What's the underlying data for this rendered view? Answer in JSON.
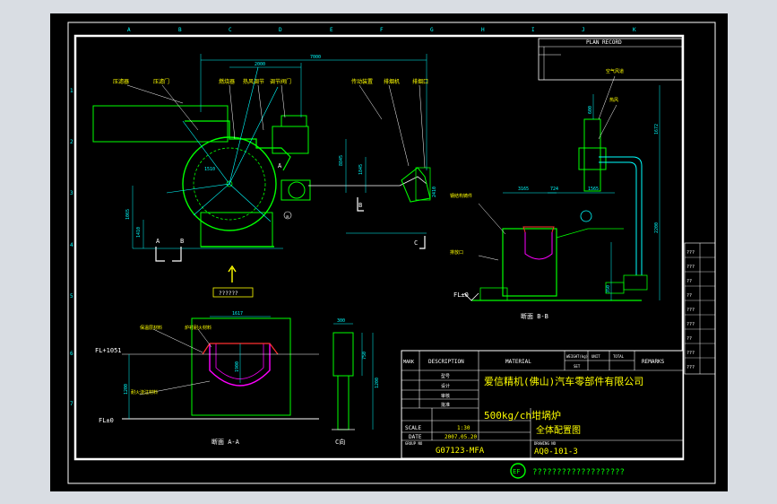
{
  "colors": {
    "background": "#000000",
    "frame": "#ffffff",
    "part": "#00ff00",
    "dimension": "#00ffff",
    "annotation": "#ffff00",
    "section": "#ff00ff",
    "hatch": "#ff3030",
    "steel": "#c0c0c0"
  },
  "grid": {
    "columns": [
      "A",
      "B",
      "C",
      "D",
      "E",
      "F",
      "G",
      "H",
      "I",
      "J",
      "K"
    ],
    "rows": [
      "1",
      "2",
      "3",
      "4",
      "5",
      "6",
      "7"
    ]
  },
  "plan_record": "PLAN RECORD",
  "front_view": {
    "labels": [
      "压滤器",
      "压滤门",
      "燃烧器",
      "热风调节",
      "调节阀门",
      "传动装置",
      "排烟机",
      "排烟口"
    ],
    "dims": [
      "7000",
      "2000",
      "1510",
      "8845",
      "1845",
      "1065",
      "1410",
      "2410"
    ],
    "markers": {
      "a": "A",
      "b": "B",
      "c": "C",
      "circle": "a"
    },
    "view_marker": "??????"
  },
  "section_bb": {
    "title": "断面 B-B",
    "labels": [
      "钢结构铸件",
      "空气风道",
      "热风",
      "排放口"
    ],
    "dims": [
      "3165",
      "724",
      "1565",
      "2200",
      "1672",
      "600",
      "350"
    ],
    "floor": "FL±0"
  },
  "section_aa": {
    "title": "断面 A-A",
    "labels": [
      "保温层材料",
      "炉衬耐火材料",
      "耐火浇注材料"
    ],
    "dims": [
      "1617",
      "1900",
      "1200"
    ],
    "levels": [
      "FL+1051",
      "FL±0"
    ]
  },
  "detail_c": {
    "title": "C向",
    "dims": [
      "300",
      "750",
      "1200"
    ]
  },
  "title_block": {
    "headers": [
      "MARK",
      "DESCRIPTION",
      "MATERIAL",
      "REMARKS"
    ],
    "sub_headers": [
      "WEIGHT(kg)",
      "SET",
      "UNIT",
      "TOTAL"
    ],
    "rows": [
      "型号",
      "设计",
      "审核",
      "批准"
    ],
    "company": "爱信精机(佛山)汽车零部件有限公司",
    "product": "500kg/ch坩埚炉",
    "drawing_name": "全体配置图",
    "scale_label": "SCALE",
    "scale": "1:30",
    "date_label": "DATE",
    "date": "2007.05.20",
    "group_label": "GROUP NO",
    "group_no": "G07123-MFA",
    "drawing_label": "DRAWING NO",
    "drawing_no": "AQ0-101-3"
  },
  "footer": {
    "logo_text": "EF",
    "text": "???????????????????"
  },
  "revisions": [
    "???",
    "???",
    "??",
    "??",
    "???",
    "???",
    "??",
    "???",
    "???"
  ]
}
